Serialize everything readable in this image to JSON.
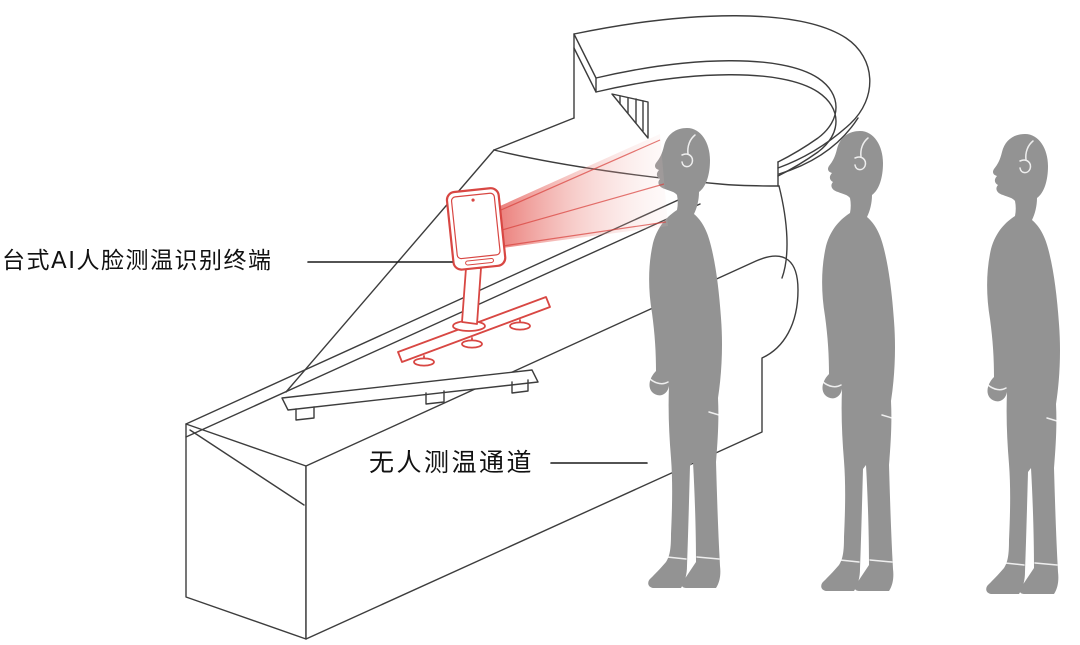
{
  "illustration": {
    "title_labels": {
      "terminal": "台式AI人脸测温识别终端",
      "channel": "无人测温通道"
    },
    "colors": {
      "background": "#ffffff",
      "outline": "#3d3d3d",
      "device_red": "#d84743",
      "beam_red": "#e2453f",
      "silhouette_gray": "#939393",
      "label_text": "#111111"
    },
    "people_count": 3
  }
}
